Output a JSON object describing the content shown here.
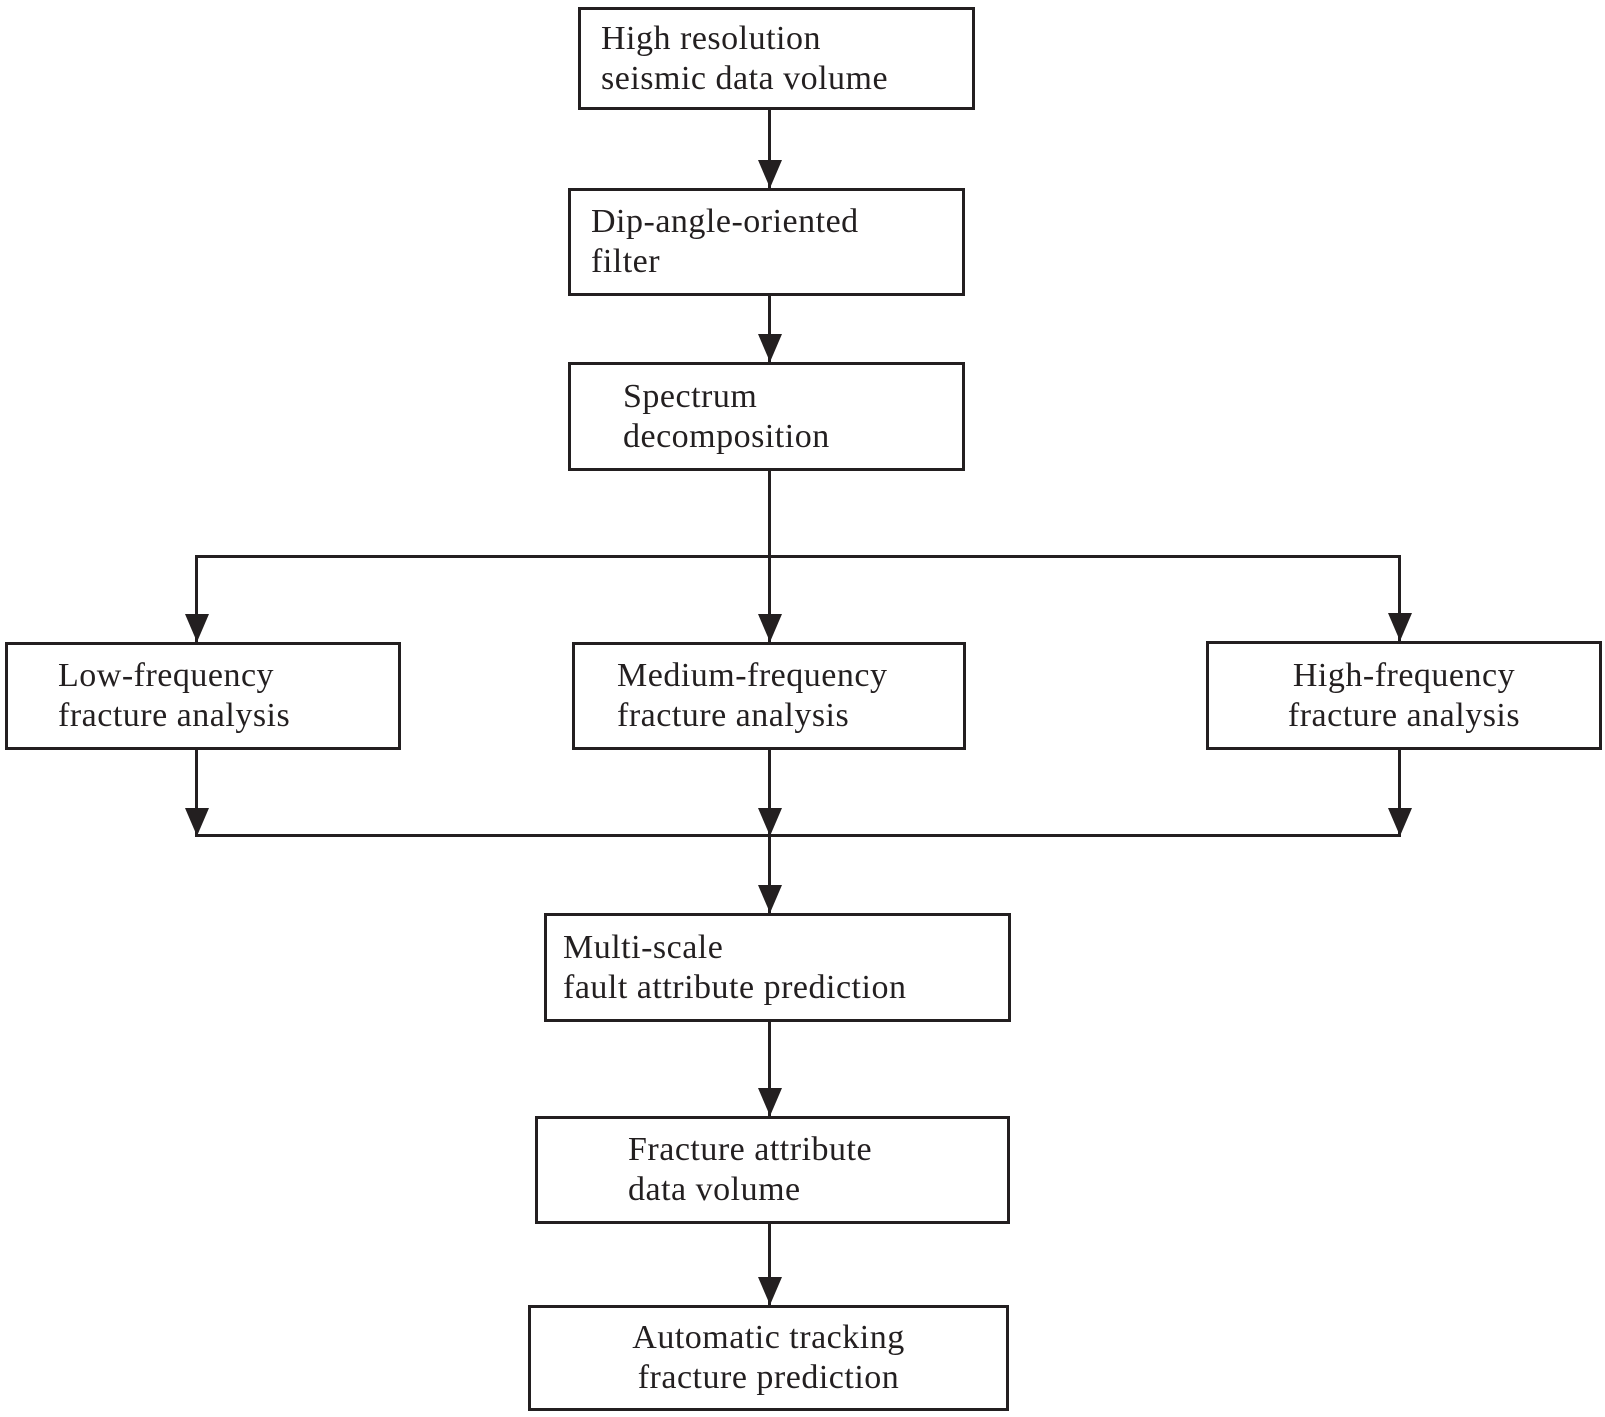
{
  "diagram_type": "flowchart",
  "colors": {
    "ink": "#231f20",
    "background": "#ffffff"
  },
  "nodes": [
    {
      "id": "high-resolution-seismic-data-volume",
      "line1": "High resolution",
      "line2": "seismic data volume"
    },
    {
      "id": "dip-angle-oriented-filter",
      "line1": "Dip-angle-oriented",
      "line2": "filter"
    },
    {
      "id": "spectrum-decomposition",
      "line1": "Spectrum",
      "line2": "decomposition"
    },
    {
      "id": "low-frequency-fracture-analysis",
      "line1": "Low-frequency",
      "line2": "fracture analysis"
    },
    {
      "id": "medium-frequency-fracture-analysis",
      "line1": "Medium-frequency",
      "line2": "fracture analysis"
    },
    {
      "id": "high-frequency-fracture-analysis",
      "line1": "High-frequency",
      "line2": "fracture analysis"
    },
    {
      "id": "multi-scale-fault-attribute-prediction",
      "line1": "Multi-scale",
      "line2": "fault attribute prediction"
    },
    {
      "id": "fracture-attribute-data-volume",
      "line1": "Fracture attribute",
      "line2": "data volume"
    },
    {
      "id": "automatic-tracking-fracture-prediction",
      "line1": "Automatic tracking",
      "line2": "fracture prediction"
    }
  ],
  "edges": [
    {
      "from": "high-resolution-seismic-data-volume",
      "to": "dip-angle-oriented-filter"
    },
    {
      "from": "dip-angle-oriented-filter",
      "to": "spectrum-decomposition"
    },
    {
      "from": "spectrum-decomposition",
      "to": "low-frequency-fracture-analysis"
    },
    {
      "from": "spectrum-decomposition",
      "to": "medium-frequency-fracture-analysis"
    },
    {
      "from": "spectrum-decomposition",
      "to": "high-frequency-fracture-analysis"
    },
    {
      "from": "low-frequency-fracture-analysis",
      "to": "multi-scale-fault-attribute-prediction"
    },
    {
      "from": "medium-frequency-fracture-analysis",
      "to": "multi-scale-fault-attribute-prediction"
    },
    {
      "from": "high-frequency-fracture-analysis",
      "to": "multi-scale-fault-attribute-prediction"
    },
    {
      "from": "multi-scale-fault-attribute-prediction",
      "to": "fracture-attribute-data-volume"
    },
    {
      "from": "fracture-attribute-data-volume",
      "to": "automatic-tracking-fracture-prediction"
    }
  ]
}
